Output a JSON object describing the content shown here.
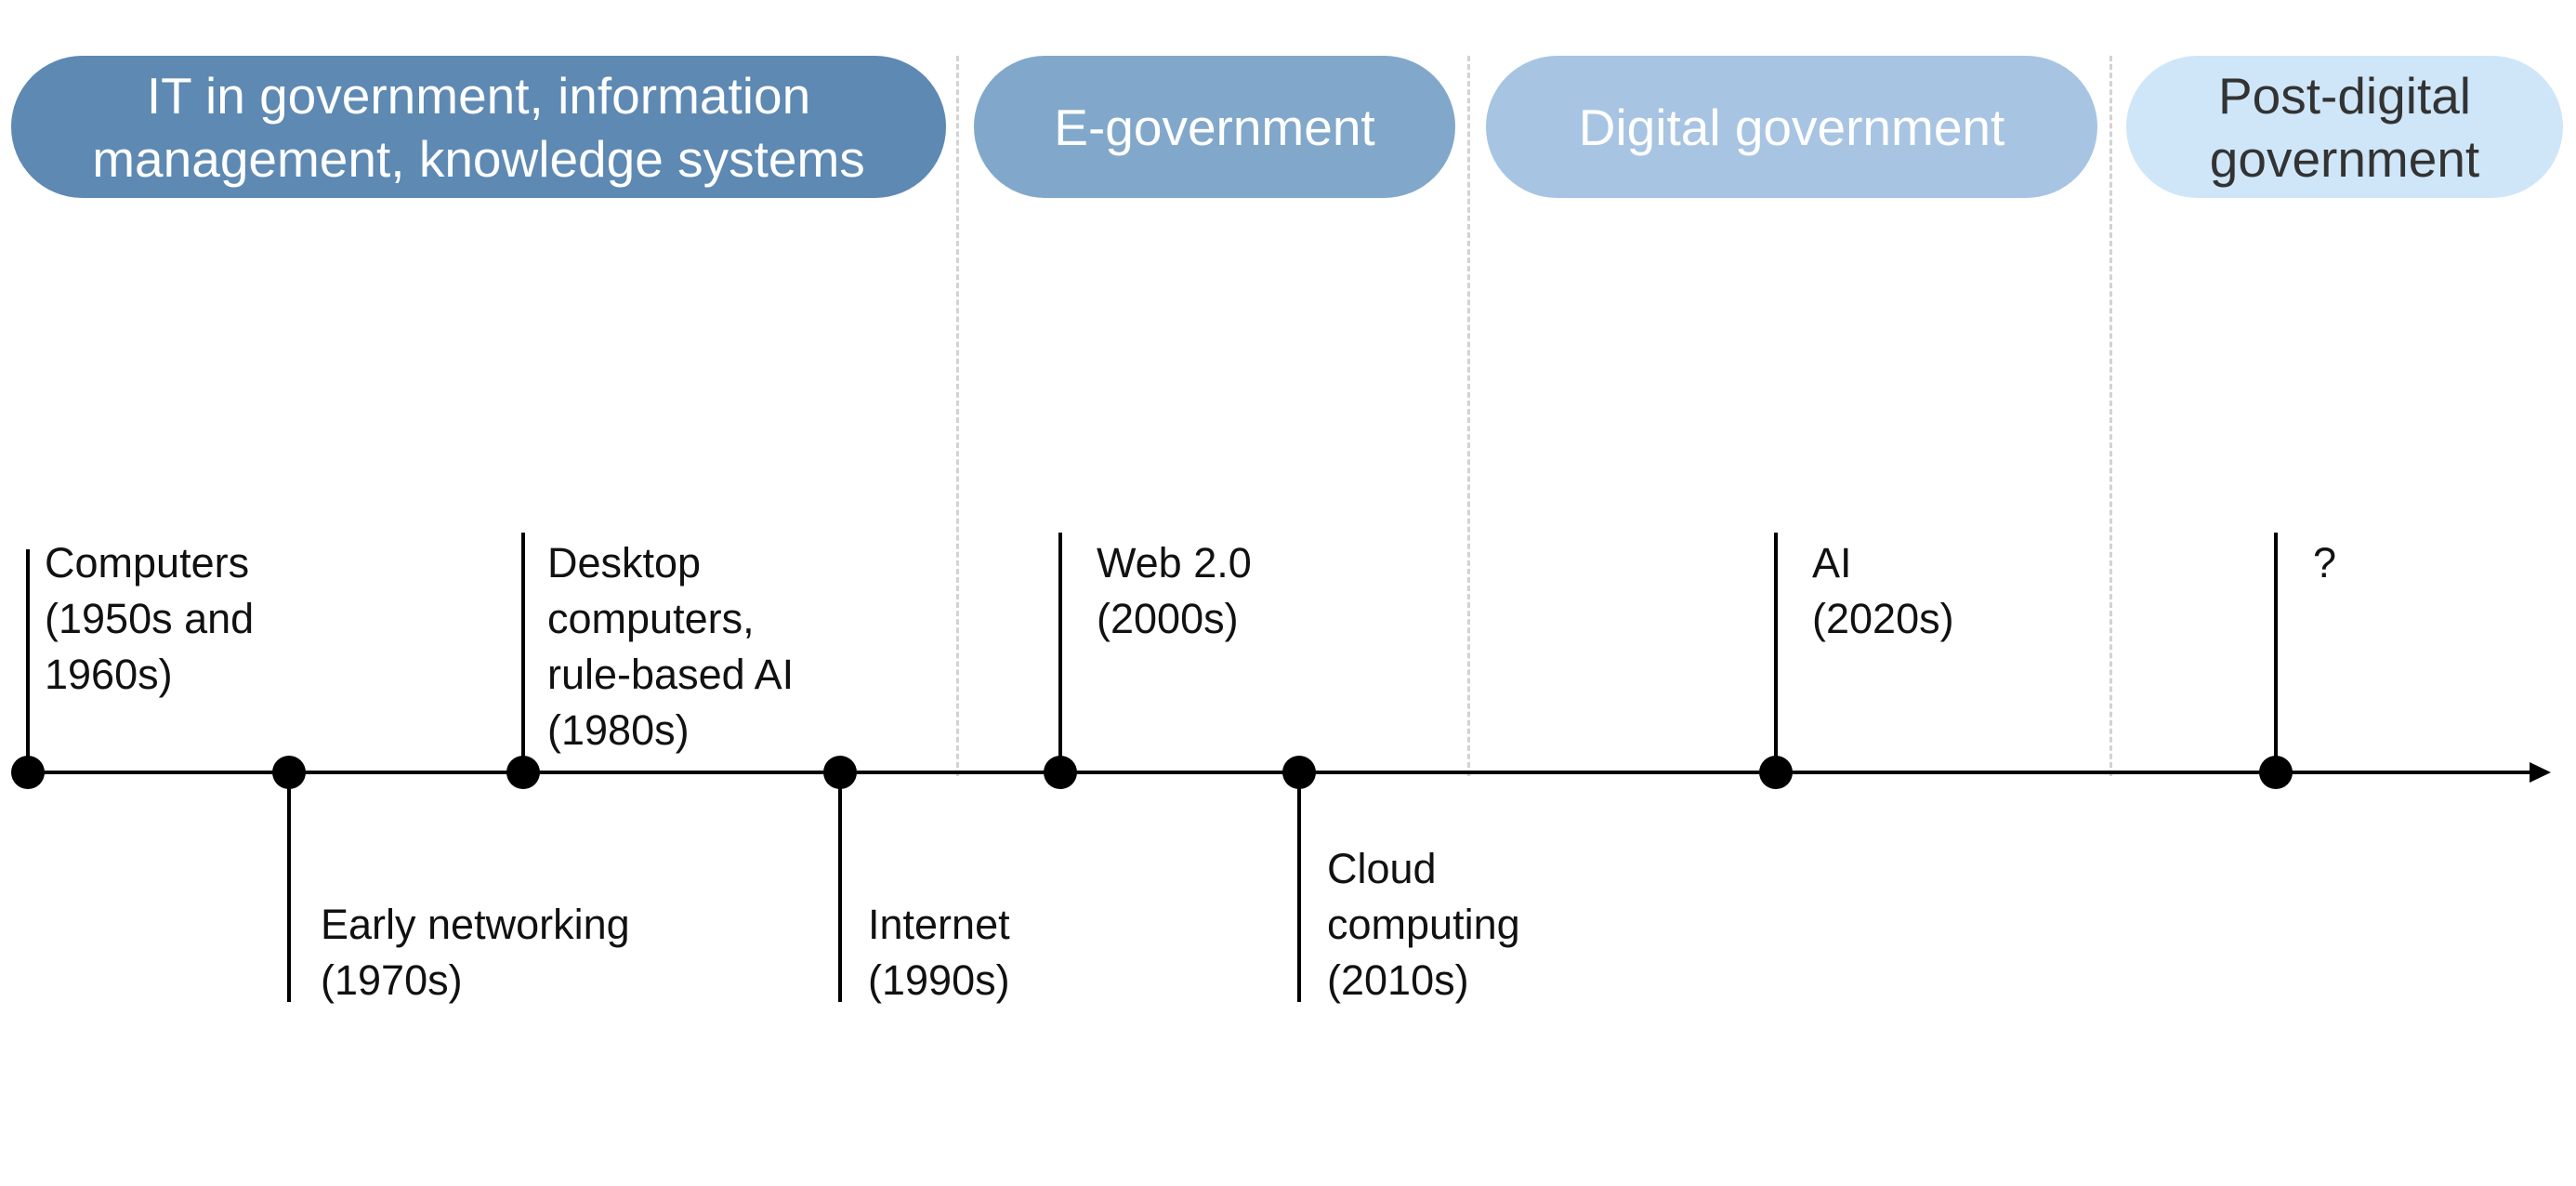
{
  "eras": [
    {
      "label": "IT in government, information\nmanagement, knowledge systems",
      "color": "#5d89b3"
    },
    {
      "label": "E-government",
      "color": "#81a8ca"
    },
    {
      "label": "Digital government",
      "color": "#a8c4e3"
    },
    {
      "label": "Post-digital\ngovernment",
      "color": "#cfe6f9"
    }
  ],
  "events": [
    {
      "label": "Computers\n(1950s and\n1960s)"
    },
    {
      "label": "Early networking\n(1970s)"
    },
    {
      "label": "Desktop\ncomputers,\nrule-based AI\n(1980s)"
    },
    {
      "label": "Internet\n(1990s)"
    },
    {
      "label": "Web 2.0\n(2000s)"
    },
    {
      "label": "Cloud\ncomputing\n(2010s)"
    },
    {
      "label": "AI\n(2020s)"
    },
    {
      "label": "?"
    }
  ],
  "colors": {
    "axis": "#000000",
    "divider": "#d2d2d2"
  }
}
